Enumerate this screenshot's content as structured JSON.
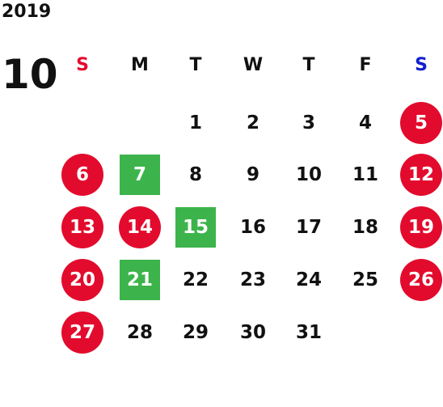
{
  "calendar": {
    "year": "2019",
    "month": "10",
    "weekdays": [
      "S",
      "M",
      "T",
      "W",
      "T",
      "F",
      "S"
    ],
    "colors": {
      "sunday": "#e30b2d",
      "saturday": "#1020d0",
      "red_holiday": "#e30b2d",
      "green_holiday": "#3cb44b"
    },
    "weeks": [
      [
        {
          "day": ""
        },
        {
          "day": ""
        },
        {
          "day": "1"
        },
        {
          "day": "2"
        },
        {
          "day": "3"
        },
        {
          "day": "4"
        },
        {
          "day": "5",
          "style": "red"
        }
      ],
      [
        {
          "day": "6",
          "style": "red"
        },
        {
          "day": "7",
          "style": "green"
        },
        {
          "day": "8"
        },
        {
          "day": "9"
        },
        {
          "day": "10"
        },
        {
          "day": "11"
        },
        {
          "day": "12",
          "style": "red"
        }
      ],
      [
        {
          "day": "13",
          "style": "red"
        },
        {
          "day": "14",
          "style": "red"
        },
        {
          "day": "15",
          "style": "green"
        },
        {
          "day": "16"
        },
        {
          "day": "17"
        },
        {
          "day": "18"
        },
        {
          "day": "19",
          "style": "red"
        }
      ],
      [
        {
          "day": "20",
          "style": "red"
        },
        {
          "day": "21",
          "style": "green"
        },
        {
          "day": "22"
        },
        {
          "day": "23"
        },
        {
          "day": "24"
        },
        {
          "day": "25"
        },
        {
          "day": "26",
          "style": "red"
        }
      ],
      [
        {
          "day": "27",
          "style": "red"
        },
        {
          "day": "28"
        },
        {
          "day": "29"
        },
        {
          "day": "30"
        },
        {
          "day": "31"
        },
        {
          "day": ""
        },
        {
          "day": ""
        }
      ]
    ]
  }
}
